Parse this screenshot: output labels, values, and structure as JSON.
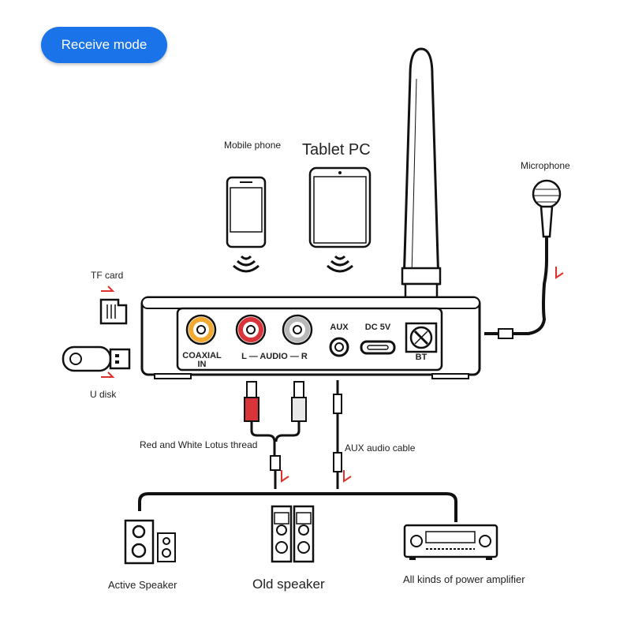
{
  "mode_button": {
    "label": "Receive mode"
  },
  "sources": {
    "mobile_phone": "Mobile phone",
    "tablet_pc": "Tablet PC",
    "microphone": "Microphone",
    "tf_card": "TF card",
    "u_disk": "U disk"
  },
  "ports": {
    "coaxial": "COAXIAL",
    "coaxial_in": "IN",
    "audio": "L — AUDIO — R",
    "aux": "AUX",
    "dc": "DC 5V",
    "bt": "BT"
  },
  "cables": {
    "rca": "Red and White Lotus thread",
    "aux": "AUX audio cable"
  },
  "outputs": {
    "active_speaker": "Active Speaker",
    "old_speaker": "Old speaker",
    "amplifier": "All kinds of power amplifier"
  },
  "colors": {
    "button": "#1a73e8",
    "arrow": "#e0302b",
    "coaxial_ring": "#f0a830",
    "audio_left": "#d8343a",
    "audio_right": "#b8b8b8"
  }
}
